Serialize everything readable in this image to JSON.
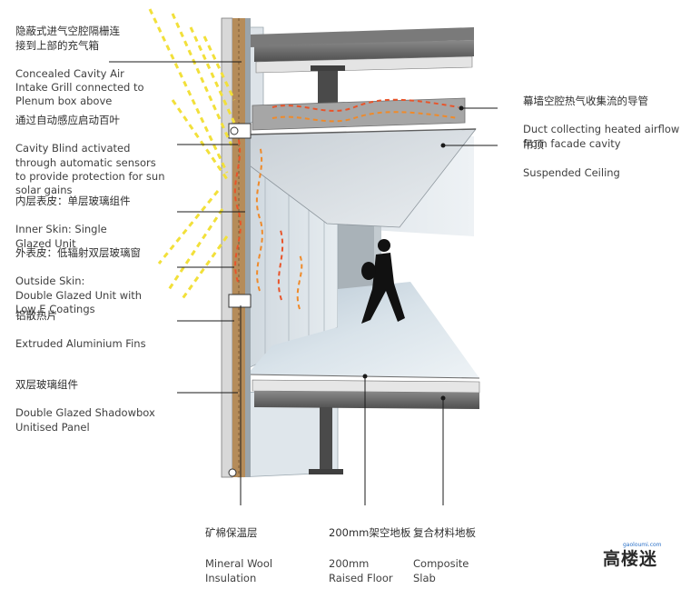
{
  "labels": [
    {
      "id": "grill",
      "zh": "隐蔽式进气空腔隔栅连\n接到上部的充气箱",
      "en": "Concealed Cavity Air\nIntake Grill connected to\nPlenum box above"
    },
    {
      "id": "blind",
      "zh": "通过自动感应启动百叶",
      "en": "Cavity Blind activated\nthrough automatic sensors\nto provide protection for sun\nsolar gains"
    },
    {
      "id": "inner",
      "zh": "内层表皮：单层玻璃组件",
      "en": "Inner Skin: Single\nGlazed Unit"
    },
    {
      "id": "outer",
      "zh": "外表皮：低辐射双层玻璃窗",
      "en": "Outside Skin:\nDouble Glazed Unit with\nLow E Coatings"
    },
    {
      "id": "fins",
      "zh": "铝散热片",
      "en": "Extruded Aluminium Fins"
    },
    {
      "id": "panel",
      "zh": "双层玻璃组件",
      "en": "Double Glazed Shadowbox\nUnitised Panel"
    },
    {
      "id": "duct",
      "zh": "幕墙空腔热气收集流的导管",
      "en": "Duct collecting heated airflow\nfrom facade cavity"
    },
    {
      "id": "ceiling",
      "zh": "吊顶",
      "en": "Suspended Ceiling"
    },
    {
      "id": "wool",
      "zh": "矿棉保温层",
      "en": "Mineral Wool\nInsulation"
    },
    {
      "id": "floor",
      "zh": "200mm架空地板",
      "en": "200mm\nRaised Floor"
    },
    {
      "id": "slab",
      "zh": "复合材料地板",
      "en": "Composite\nSlab"
    }
  ],
  "watermark": {
    "text": "高楼迷",
    "sub": "gaoloumi.com"
  },
  "colors": {
    "text": "#3f3f3f",
    "leader": "#1a1a1a",
    "sun": "#f2e03a",
    "airflow": "#e8542a",
    "slab": "#5e5e5e"
  }
}
